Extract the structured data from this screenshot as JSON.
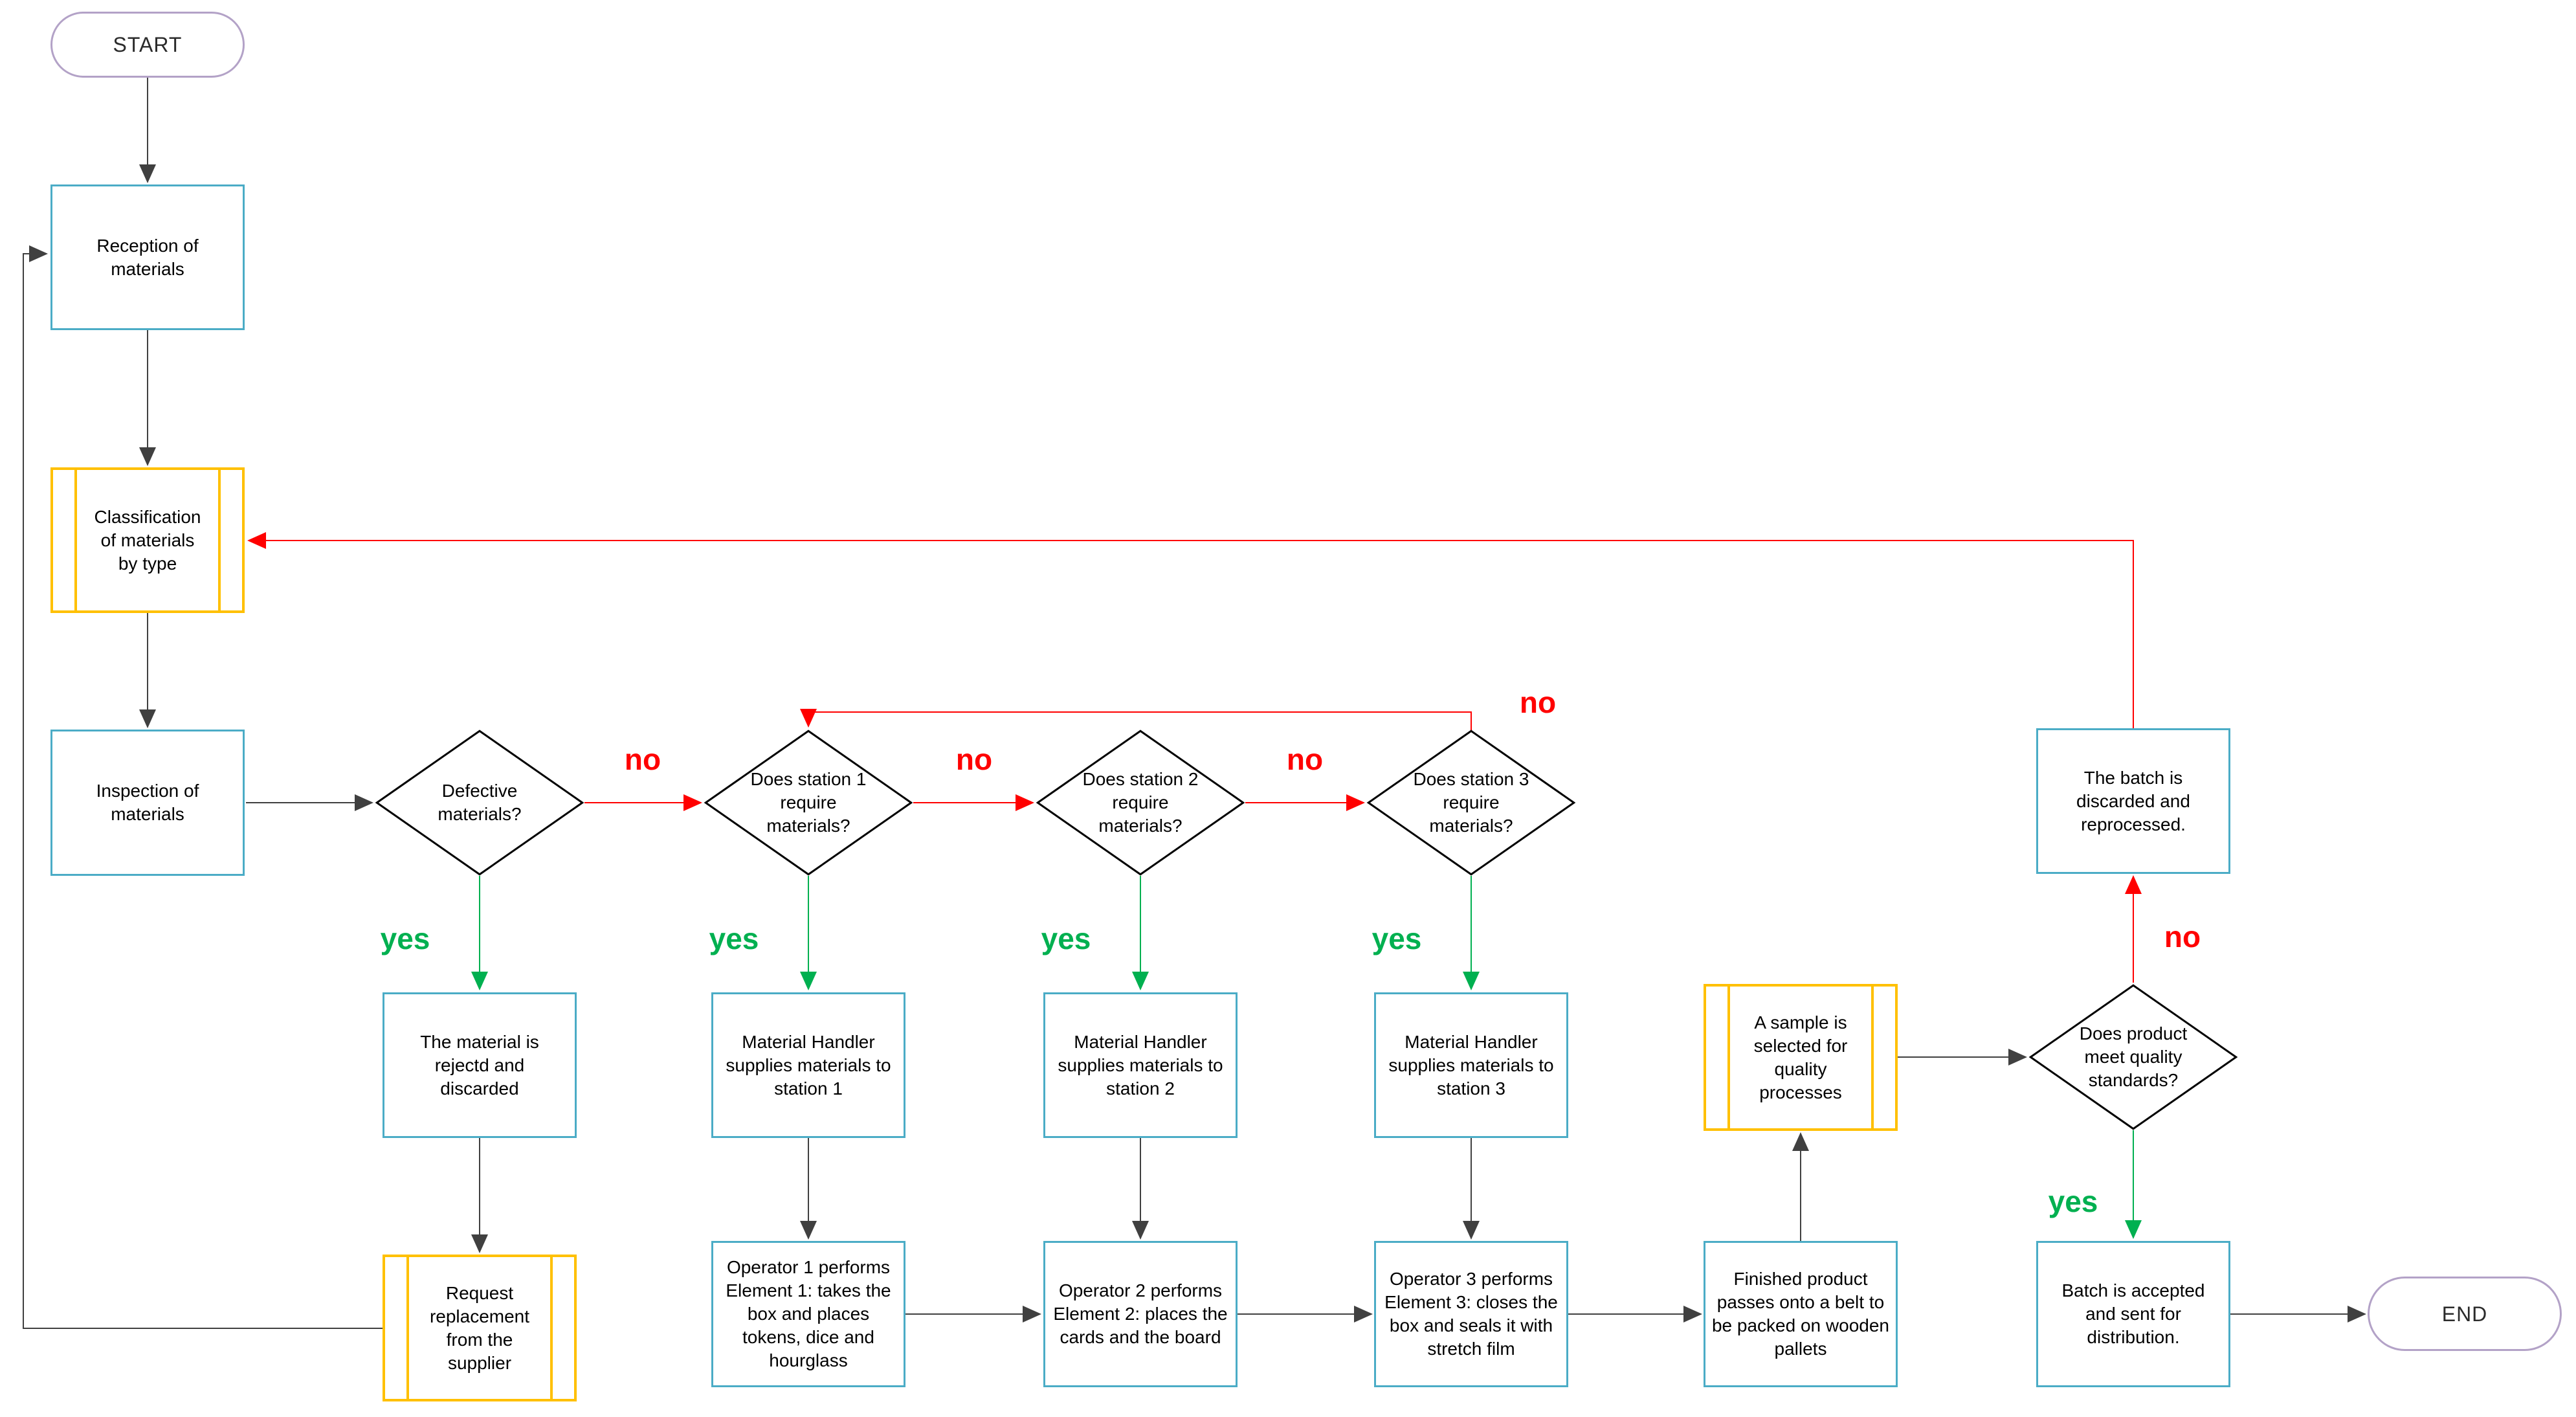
{
  "diagram": {
    "background": "#ffffff",
    "colors": {
      "process_border": "#4BACC6",
      "predefined_border": "#FFC000",
      "terminator_border": "#B3A2C7",
      "decision_border": "#000000",
      "flow_default": "#404040",
      "flow_no": "#FF0000",
      "flow_yes": "#00B050"
    },
    "nodes": {
      "start": {
        "label": "START",
        "type": "terminator"
      },
      "reception": {
        "label": "Reception of materials",
        "type": "process"
      },
      "classification": {
        "label": "Classification of materials by type",
        "type": "predefined"
      },
      "inspection": {
        "label": "Inspection of materials",
        "type": "process"
      },
      "defective": {
        "label": "Defective materials?",
        "type": "decision"
      },
      "station1": {
        "label": "Does station 1 require materials?",
        "type": "decision"
      },
      "station2": {
        "label": "Does station 2 require materials?",
        "type": "decision"
      },
      "station3": {
        "label": "Does station 3 require materials?",
        "type": "decision"
      },
      "discarded": {
        "label": "The batch is discarded and reprocessed.",
        "type": "process"
      },
      "rejected": {
        "label": "The material is rejectd and discarded",
        "type": "process"
      },
      "mh1": {
        "label": "Material Handler supplies materials to station 1",
        "type": "process"
      },
      "mh2": {
        "label": "Material Handler supplies materials to station 2",
        "type": "process"
      },
      "mh3": {
        "label": "Material Handler supplies materials to station 3",
        "type": "process"
      },
      "sample": {
        "label": "A sample is selected for quality processes",
        "type": "predefined"
      },
      "quality": {
        "label": "Does product meet quality standards?",
        "type": "decision"
      },
      "request": {
        "label": "Request replacement from the supplier",
        "type": "predefined"
      },
      "op1": {
        "label": "Operator 1 performs Element 1: takes the box and places tokens, dice and hourglass",
        "type": "process"
      },
      "op2": {
        "label": "Operator 2 performs Element 2: places the cards and the board",
        "type": "process"
      },
      "op3": {
        "label": "Operator 3 performs Element 3: closes the box and seals it with stretch film",
        "type": "process"
      },
      "finished": {
        "label": "Finished product passes onto a belt to be packed on wooden pallets",
        "type": "process"
      },
      "accepted": {
        "label": "Batch is accepted and sent for distribution.",
        "type": "process"
      },
      "end": {
        "label": "END",
        "type": "terminator"
      }
    },
    "edge_labels": {
      "no_defective_station1": "no",
      "no_station1_station2": "no",
      "no_station2_station3": "no",
      "no_station3_loop": "no",
      "no_quality_discarded": "no",
      "yes_defective": "yes",
      "yes_station1": "yes",
      "yes_station2": "yes",
      "yes_station3": "yes",
      "yes_quality": "yes"
    }
  }
}
